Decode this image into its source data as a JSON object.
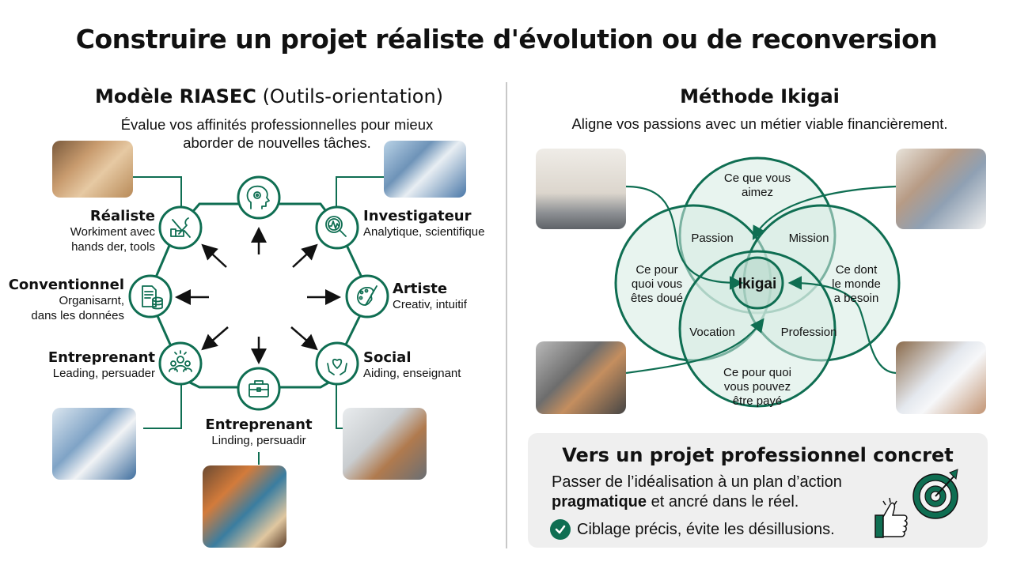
{
  "title": "Construire un projet réaliste d'évolution ou de reconversion",
  "colors": {
    "accent": "#0f6e52",
    "venn_fill": "#d6ebe2",
    "divider": "#c8c8c8",
    "box_bg": "#efefef"
  },
  "riasec": {
    "title_bold": "Modèle RIASEC",
    "title_normal": "(Outils-orientation)",
    "subtitle_line1": "Évalue vos affinités professionnelles pour mieux",
    "subtitle_line2": "aborder de nouvelles tâches.",
    "nodes": [
      {
        "label": "Réaliste",
        "desc_line1": "Workiment avec",
        "desc_line2": "hands der, tools",
        "icon": "tools-icon"
      },
      {
        "label": "Investigateur",
        "desc_line1": "Analytique, scientifique",
        "icon": "magnifier-chart-icon"
      },
      {
        "label": "Artiste",
        "desc_line1": "Creativ, intuitif",
        "icon": "palette-icon"
      },
      {
        "label": "Social",
        "desc_line1": "Aiding, enseignant",
        "icon": "heart-hands-icon"
      },
      {
        "label": "Entreprenant",
        "desc_line1": "Linding, persuadir",
        "icon": "briefcase-icon"
      },
      {
        "label": "Entreprenant",
        "desc_line1": "Leading, persuader",
        "icon": "team-leader-icon"
      },
      {
        "label": "Conventionnel",
        "desc_line1": "Organisarnt,",
        "desc_line2": "dans les données",
        "icon": "document-database-icon"
      }
    ],
    "top_node_icon": "head-gear-icon",
    "photos": [
      "craftsman-photo",
      "lab-researcher-photo",
      "scientist-microscope-photo",
      "office-worker-photo",
      "painter-photo"
    ]
  },
  "ikigai": {
    "title": "Méthode Ikigai",
    "subtitle": "Aligne vos passions avec un métier viable financièrement.",
    "circles": {
      "top_line1": "Ce que vous",
      "top_line2": "aimez",
      "left_line1": "Ce pour",
      "left_line2": "quoi vous",
      "left_line3": "êtes doué",
      "right_line1": "Ce dont",
      "right_line2": "le monde",
      "right_line3": "a besoin",
      "bottom_line1": "Ce pour quoi",
      "bottom_line2": "vous pouvez",
      "bottom_line3": "être payé"
    },
    "overlaps": {
      "passion": "Passion",
      "mission": "Mission",
      "vocation": "Vocation",
      "profession": "Profession",
      "center": "Ikigai"
    },
    "photos": [
      "meditation-photo",
      "team-meeting-photo",
      "business-group-photo",
      "paycheck-photo"
    ]
  },
  "concrete": {
    "title": "Vers un projet professionnel concret",
    "text_line1": "Passer de l’idéalisation à un plan d’action",
    "text_bold": "pragmatique",
    "text_line2_rest": " et ancré dans le réel.",
    "check_text": "Ciblage précis, évite les désillusions."
  }
}
